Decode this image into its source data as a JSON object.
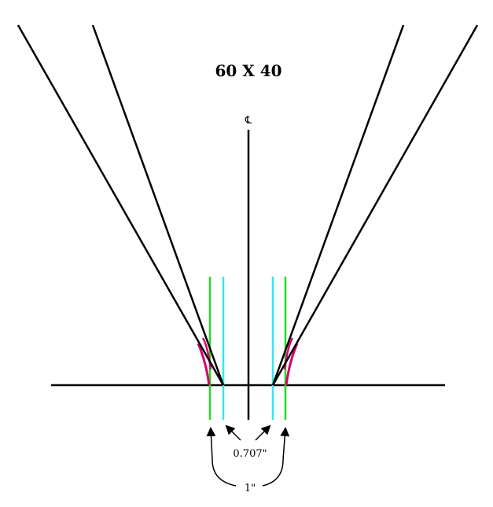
{
  "diagram": {
    "title": "60 X 40",
    "centerline_label": "℄",
    "inner_spacing_label": "0.707\"",
    "outer_spacing_label": "1\"",
    "colors": {
      "lines": "#000000",
      "outer_guides": "#22dd22",
      "inner_guides": "#33e8e8",
      "curve": "#d6006e",
      "background": "#ffffff"
    }
  }
}
